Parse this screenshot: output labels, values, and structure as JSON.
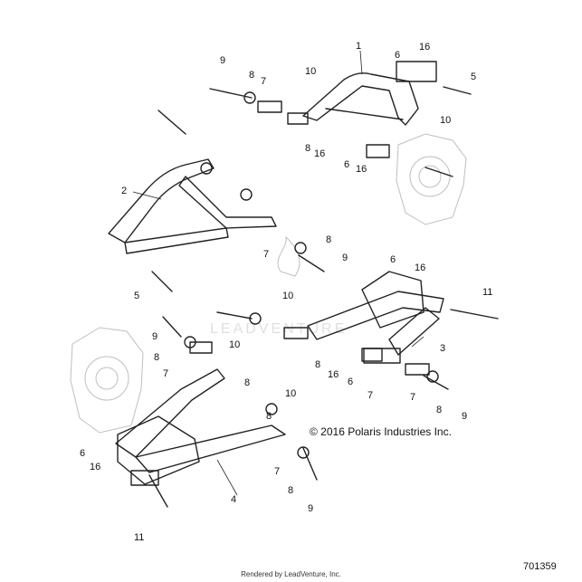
{
  "callouts": {
    "c1": "1",
    "c2": "2",
    "c3": "3",
    "c4": "4",
    "c5a": "5",
    "c5b": "5",
    "c6a": "6",
    "c6b": "6",
    "c6c": "6",
    "c6d": "6",
    "c6e": "6",
    "c7a": "7",
    "c7b": "7",
    "c7c": "7",
    "c7d": "7",
    "c7e": "7",
    "c7f": "7",
    "c8a": "8",
    "c8b": "8",
    "c8c": "8",
    "c8d": "8",
    "c8e": "8",
    "c8f": "8",
    "c8g": "8",
    "c8h": "8",
    "c8i": "8",
    "c9a": "9",
    "c9b": "9",
    "c9c": "9",
    "c9d": "9",
    "c9e": "9",
    "c10a": "10",
    "c10b": "10",
    "c10c": "10",
    "c10d": "10",
    "c10e": "10",
    "c11a": "11",
    "c11b": "11",
    "c16a": "16",
    "c16b": "16",
    "c16c": "16",
    "c16d": "16",
    "c16e": "16",
    "c16f": "16"
  },
  "copyright": "© 2016 Polaris Industries Inc.",
  "diagram_id": "701359",
  "footer": "Rendered by LeadVenture, Inc."
}
